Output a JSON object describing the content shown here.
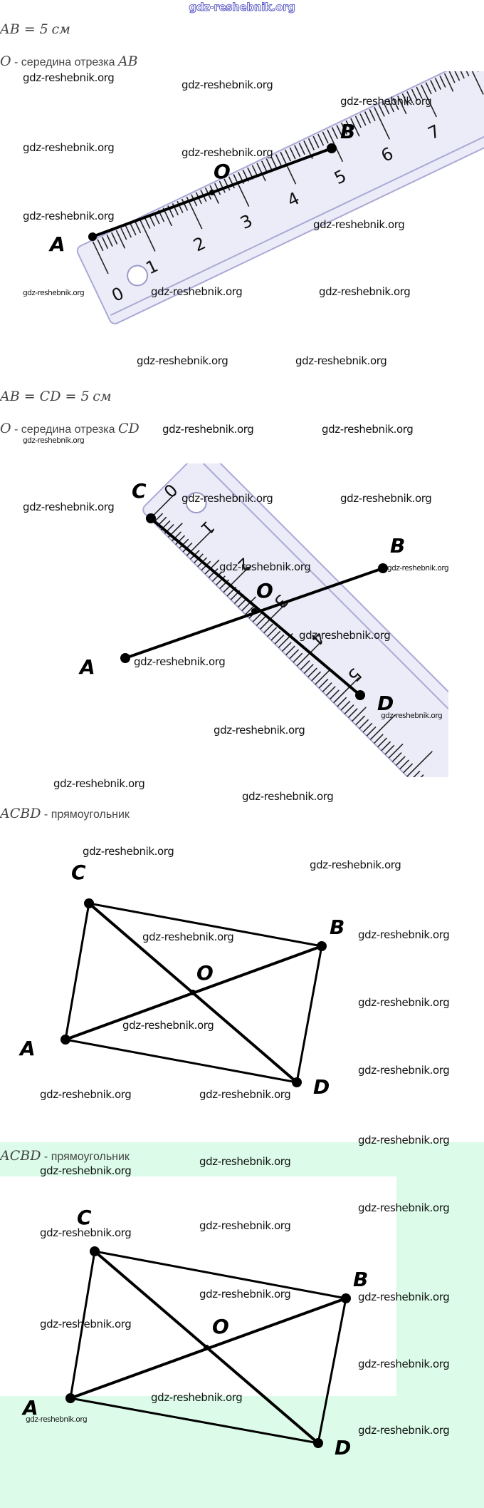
{
  "header": {
    "site_link": "gdz-reshebnik.org"
  },
  "colors": {
    "ruler_fill": "#ececf8",
    "ruler_edge": "#a9a9d6",
    "highlight_band": "#dcfce9",
    "header_link_outline": "#3d3dbb"
  },
  "watermark_text": "gdz-reshebnik.org",
  "sections": [
    {
      "id": "segment-on-ruler",
      "lines": [
        {
          "math": "AB = 5",
          "unit": "см"
        },
        {
          "math": "O",
          "text": " - середина отрезка ",
          "math2": "AB"
        }
      ],
      "figure": {
        "points": [
          "A",
          "O",
          "B"
        ],
        "ruler_numbers": [
          "0",
          "1",
          "2",
          "3",
          "4",
          "5",
          "6",
          "7"
        ]
      }
    },
    {
      "id": "crossed-segments-on-ruler",
      "lines": [
        {
          "math": "AB = CD = 5",
          "unit": "см"
        },
        {
          "math": "O",
          "text": " - середина отрезка ",
          "math2": "CD"
        }
      ],
      "figure": {
        "points": [
          "C",
          "B",
          "O",
          "A",
          "D"
        ],
        "ruler_numbers": [
          "0",
          "1",
          "2",
          "3",
          "4",
          "5"
        ]
      }
    },
    {
      "id": "rectangle-1",
      "lines": [
        {
          "math": "ACBD",
          "text": " - прямоугольник"
        }
      ],
      "figure": {
        "points": [
          "C",
          "B",
          "O",
          "A",
          "D"
        ]
      }
    },
    {
      "id": "rectangle-2",
      "lines": [
        {
          "math": "ACBD",
          "text": " - прямоугольник"
        }
      ],
      "figure": {
        "points": [
          "C",
          "B",
          "O",
          "A",
          "D"
        ]
      }
    }
  ]
}
